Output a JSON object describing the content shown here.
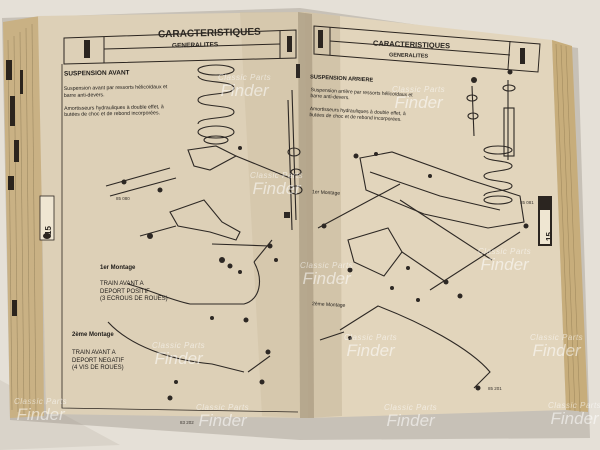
{
  "left_page": {
    "header_title": "CARACTERISTIQUES",
    "header_subtitle": "GENERALITES",
    "section_title": "SUSPENSION AVANT",
    "section_body": "Suspension avant par ressorts hélicoïdaux et barre anti-devers.\n\nAmortisseurs hydrauliques à double effet, à butées de choc et de rebond incorporées.",
    "mounting1_title": "1er Montage",
    "mounting1_body": "TRAIN AVANT A\nDEPORT POSITIF\n(3 ECROUS DE ROUES)",
    "mounting2_title": "2ème Montage",
    "mounting2_body": "TRAIN AVANT A\nDEPORT NEGATIF\n(4 VIS DE ROUES)",
    "ref_1": "85 080",
    "ref_2": "83 202",
    "tab_label": "15"
  },
  "right_page": {
    "header_title": "CARACTERISTIQUES",
    "header_subtitle": "GENERALITES",
    "section_title": "SUSPENSION ARRIERE",
    "section_body": "Suspension arrière par ressorts hélicoïdaux et barre anti-devers.\n\nAmortisseurs hydrauliques à double effet, à butées de choc et de rebond incorporées.",
    "mounting1_title": "1er Montage",
    "mounting2_title": "2ème Montage",
    "ref_1": "85 081",
    "ref_2": "85 201",
    "tab_label": "15"
  },
  "watermark": {
    "line1": "Classic Parts",
    "line2": "Finder"
  }
}
